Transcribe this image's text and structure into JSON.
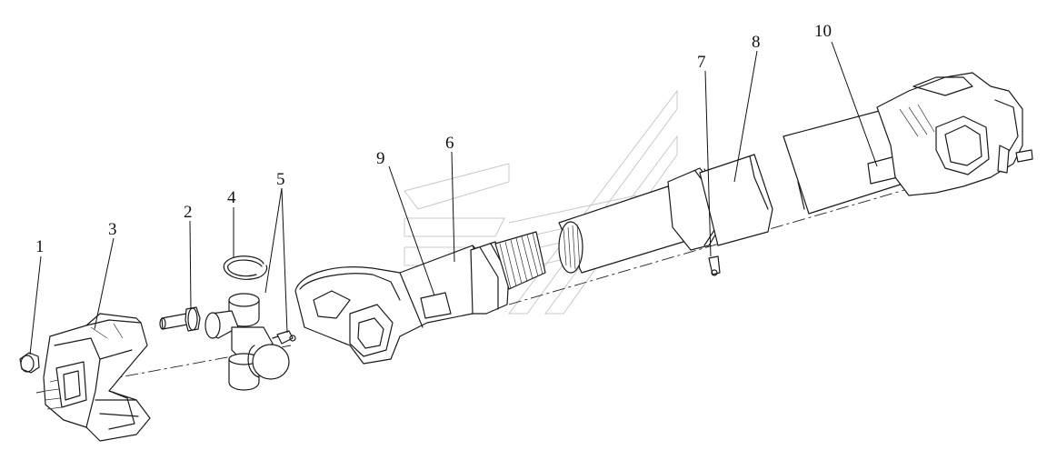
{
  "callouts": [
    {
      "id": "1",
      "label": "1"
    },
    {
      "id": "2",
      "label": "2"
    },
    {
      "id": "3",
      "label": "3"
    },
    {
      "id": "4",
      "label": "4"
    },
    {
      "id": "5",
      "label": "5"
    },
    {
      "id": "6",
      "label": "6"
    },
    {
      "id": "7",
      "label": "7"
    },
    {
      "id": "8",
      "label": "8"
    },
    {
      "id": "9",
      "label": "9"
    },
    {
      "id": "10",
      "label": "10"
    }
  ],
  "colors": {
    "line": "#1a1a1a",
    "watermark": "#c8c8c8",
    "background": "#ffffff"
  }
}
